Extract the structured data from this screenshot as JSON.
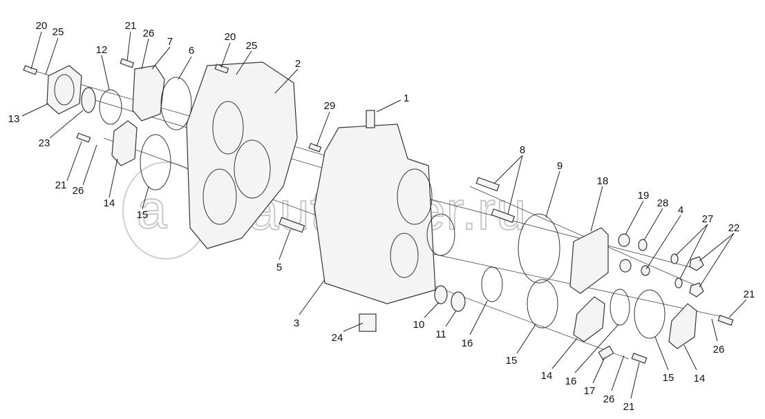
{
  "watermark": "autopiter.ru",
  "watermark_logo": "a",
  "labels": [
    "20",
    "25",
    "21",
    "26",
    "7",
    "6",
    "20",
    "25",
    "2",
    "12",
    "13",
    "23",
    "21",
    "26",
    "14",
    "15",
    "29",
    "1",
    "8",
    "9",
    "18",
    "19",
    "28",
    "4",
    "27",
    "22",
    "5",
    "3",
    "24",
    "10",
    "11",
    "16",
    "15",
    "14",
    "16",
    "17",
    "26",
    "21",
    "15",
    "14",
    "26",
    "21"
  ]
}
